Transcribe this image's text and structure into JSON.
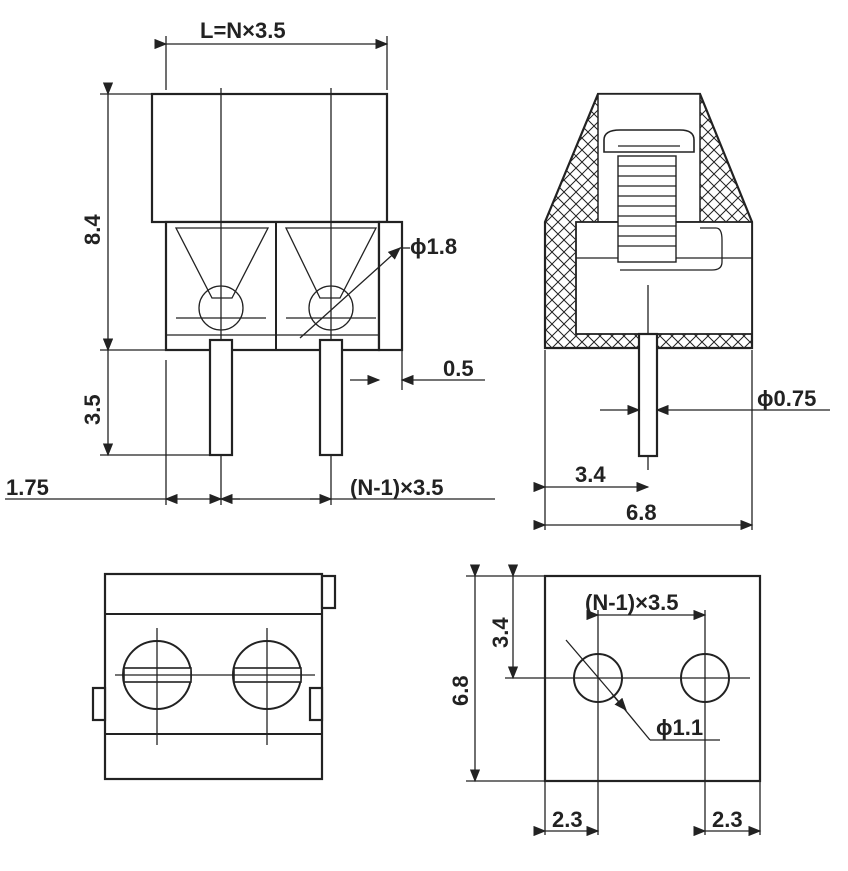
{
  "front_view": {
    "length_label": "L=N×3.5",
    "height_label": "8.4",
    "pin_length_label": "3.5",
    "hole_dia_label": "ϕ1.8",
    "offset_label": "0.5",
    "edge_label": "1.75",
    "pitch_label": "(N-1)×3.5"
  },
  "side_view": {
    "pin_dia_label": "ϕ0.75",
    "half_width_label": "3.4",
    "width_label": "6.8"
  },
  "footprint": {
    "pitch_label": "(N-1)×3.5",
    "row_offset_label": "3.4",
    "depth_label": "6.8",
    "drill_label": "ϕ1.1",
    "left_margin_label": "2.3",
    "right_margin_label": "2.3"
  },
  "colors": {
    "line": "#222222",
    "background": "#ffffff"
  }
}
